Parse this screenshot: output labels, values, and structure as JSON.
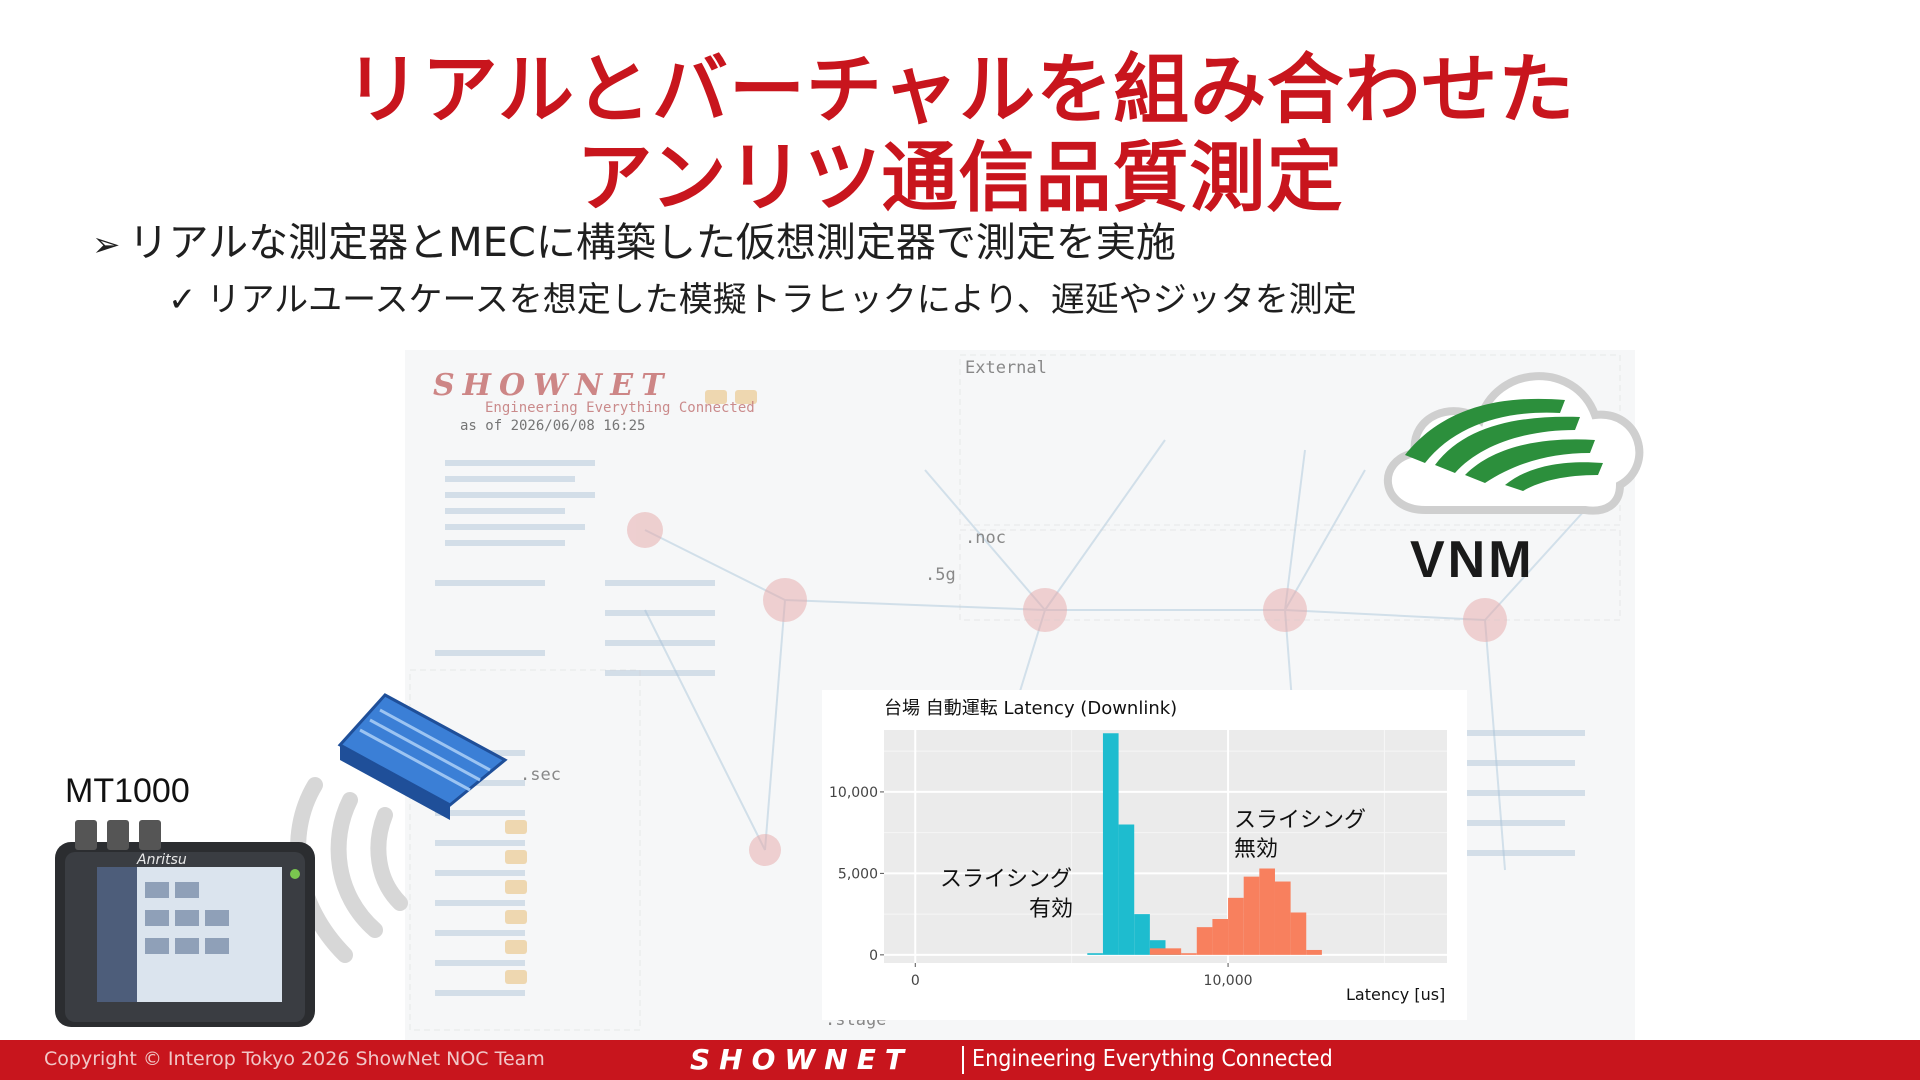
{
  "title": {
    "line1": "リアルとバーチャルを組み合わせた",
    "line2": "アンリツ通信品質測定"
  },
  "bullets": {
    "level1": {
      "mark": "➢",
      "text": "リアルな測定器とMECに構築した仮想測定器で測定を実施"
    },
    "level2": {
      "mark": "✓",
      "text": "リアルユースケースを想定した模擬トラヒックにより、遅延やジッタを測定"
    }
  },
  "diagram": {
    "brand": "SHOWNET",
    "subtitle": "Engineering Everything Connected",
    "date": "as of 2026/06/08 16:25",
    "labels": {
      "external": "External",
      "noc": ".noc",
      "sec": ".sec",
      "stage": ".stage",
      "fiveg": ".5g"
    }
  },
  "logo_text": "VNM",
  "device": {
    "label": "MT1000",
    "brand": "Anritsu"
  },
  "chart_data": {
    "type": "histogram",
    "title": "台場 自動運転 Latency (Downlink)",
    "xlabel": "Latency [us]",
    "ylabel": "",
    "x_ticks": [
      "0",
      "10,000"
    ],
    "y_ticks": [
      "0",
      "5,000",
      "10,000"
    ],
    "xlim": [
      -1000,
      17000
    ],
    "ylim": [
      -500,
      13800
    ],
    "bin_width": 500,
    "series": [
      {
        "name": "スライシング有効",
        "color": "#1ebccf",
        "bins": [
          {
            "x": 5750,
            "count": 100
          },
          {
            "x": 6250,
            "count": 13600
          },
          {
            "x": 6750,
            "count": 8000
          },
          {
            "x": 7250,
            "count": 2500
          },
          {
            "x": 7750,
            "count": 900
          },
          {
            "x": 8250,
            "count": 150
          }
        ]
      },
      {
        "name": "スライシング無効",
        "color": "#f8805e",
        "bins": [
          {
            "x": 7750,
            "count": 400
          },
          {
            "x": 8250,
            "count": 400
          },
          {
            "x": 8750,
            "count": 100
          },
          {
            "x": 9250,
            "count": 1700
          },
          {
            "x": 9750,
            "count": 2200
          },
          {
            "x": 10250,
            "count": 3500
          },
          {
            "x": 10750,
            "count": 4800
          },
          {
            "x": 11250,
            "count": 5300
          },
          {
            "x": 11750,
            "count": 4500
          },
          {
            "x": 12250,
            "count": 2600
          },
          {
            "x": 12750,
            "count": 300
          }
        ]
      }
    ],
    "annotations": [
      {
        "lines": [
          "スライシング",
          "有効"
        ],
        "series": 0
      },
      {
        "lines": [
          "スライシング",
          "無効"
        ],
        "series": 1
      }
    ]
  },
  "footer": {
    "copyright": "Copyright © Interop Tokyo 2026 ShowNet NOC Team",
    "brand": "SHOWNET",
    "tagline": "Engineering Everything Connected"
  }
}
